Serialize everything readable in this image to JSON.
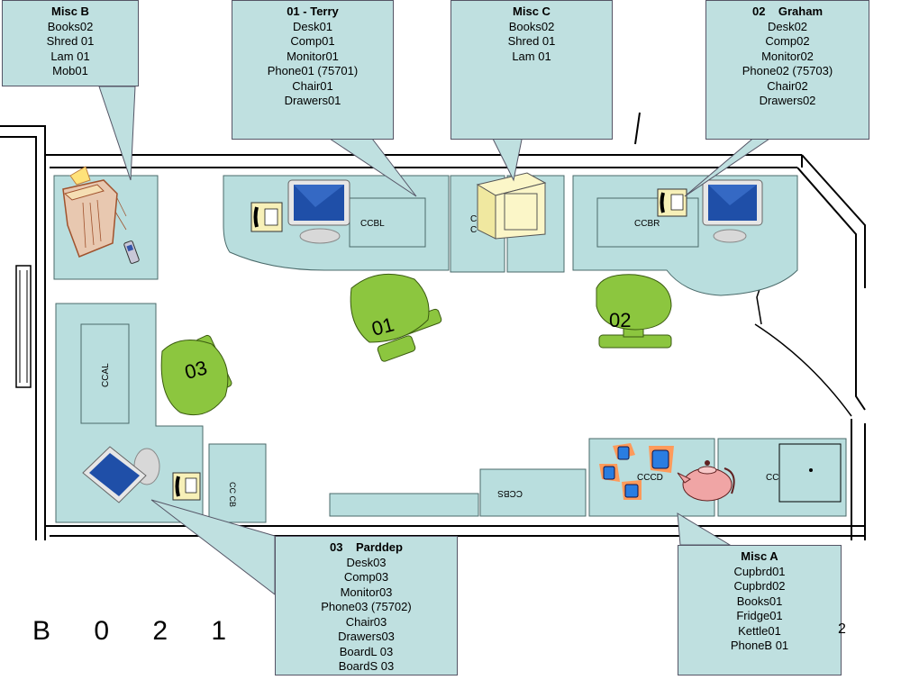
{
  "room": {
    "title": "B 0 2 1",
    "stray_mark": "2"
  },
  "callouts": {
    "misc_b": {
      "title": "Misc B",
      "items": [
        "Books02",
        "Shred 01",
        "Lam 01",
        "Mob01"
      ]
    },
    "terry": {
      "title": "01 - Terry",
      "items": [
        "Desk01",
        "Comp01",
        "Monitor01",
        "Phone01 (75701)",
        "Chair01",
        "Drawers01"
      ]
    },
    "misc_c": {
      "title": "Misc C",
      "items": [
        "Books02",
        "Shred 01",
        "Lam 01"
      ]
    },
    "graham": {
      "title": "02    Graham",
      "items": [
        "Desk02",
        "Comp02",
        "Monitor02",
        "Phone02 (75703)",
        "Chair02",
        "Drawers02"
      ]
    },
    "parddep": {
      "title": "03    Parddep",
      "items": [
        "Desk03",
        "Comp03",
        "Monitor03",
        "Phone03 (75702)",
        "Chair03",
        "Drawers03",
        "BoardL 03",
        "BoardS 03"
      ]
    },
    "misc_a": {
      "title": "Misc A",
      "items": [
        "Cupbrd01",
        "Cupbrd02",
        "Books01",
        "Fridge01",
        "Kettle01",
        "PhoneB 01"
      ]
    }
  },
  "furniture": {
    "ccbl": "CCBL",
    "ccbr": "CCBR",
    "ccal": "CCAL",
    "ccbs": "CCBS",
    "cccd": "CCCD",
    "cc_partial": "CC",
    "cb_small": "CC CB",
    "c_partial_top": "C",
    "c_partial_bottom": "C"
  },
  "chairs": {
    "c01": "01",
    "c02": "02",
    "c03": "03"
  },
  "colors": {
    "callout": "#bfe0e0",
    "furniture": "#b9dede",
    "chair": "#8cc63f",
    "chair_dark": "#6aa22a"
  },
  "icons": [
    "shredder-icon",
    "mobile-phone-icon",
    "desk-phone-icon",
    "monitor-icon",
    "computer-tower-icon",
    "mugs-icon",
    "kettle-icon"
  ]
}
